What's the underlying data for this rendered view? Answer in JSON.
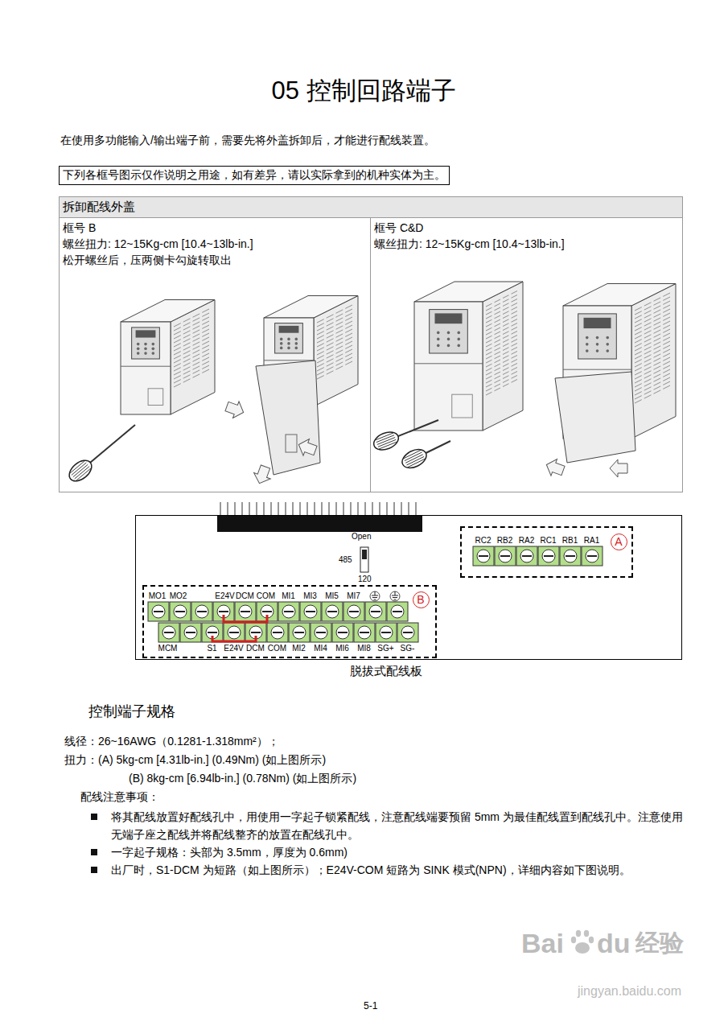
{
  "diagram": {
    "title": "05 控制回路端子",
    "nodes": [
      {
        "text": [
          "下列各框号图示仅作说明之用途，如有差异，请以实际拿到的机种实体为主。"
        ]
      },
      {
        "text": [
          "拆卸配线外盖"
        ]
      },
      {
        "text": [
          "框号 B",
          "螺丝扭力: 12~15Kg-cm [10.4~13lb-in.]",
          "松开螺丝后，压两侧卡勾旋转取出"
        ]
      },
      {
        "text": [
          "框号 C&D",
          "螺丝扭力: 12~15Kg-cm [10.4~13lb-in.]"
        ]
      },
      {
        "text": [
          "脱拔式配线板"
        ]
      },
      {
        "text": [
          "RC2",
          "RB2",
          "RA2",
          "RC1",
          "RB1",
          "RA1"
        ],
        "in": 4
      },
      {
        "text": [
          "A"
        ],
        "in": 5
      },
      {
        "text": [
          "MO1",
          "MO2",
          "E24V",
          "DCM",
          "COM",
          "MI1",
          "MI3",
          "MI5",
          "MI7",
          "MCM",
          "S1",
          "E24V",
          "DCM",
          "COM",
          "MI2",
          "MI4",
          "MI6",
          "MI8",
          "SG+",
          "SG-"
        ],
        "in": 4
      },
      {
        "text": [
          "B"
        ],
        "in": 7
      }
    ],
    "labels": [
      "在使用多功能输入/输出端子前，需要先将外盖拆卸后，才能进行配线装置。",
      "Open",
      "485",
      "120",
      "控制端子规格",
      "线径：26~16AWG（0.1281-1.318mm²）；",
      "扭力：(A) 5kg-cm [4.31lb-in.] (0.49Nm) (如上图所示)",
      "(B) 8kg-cm [6.94lb-in.] (0.78Nm) (如上图所示)",
      "配线注意事项：",
      "将其配线放置好配线孔中，用使用一字起子锁紧配线，注意配线端要预留 5mm 为最佳配线置到配线孔中。注意使用无端子座之配线并将配线整齐的放置在配线孔中。",
      "一字起子规格：头部为 3.5mm，厚度为 0.6mm)",
      "出厂时，S1-DCM 为短路（如上图所示）；E24V-COM 短路为 SINK 模式(NPN)，详细内容如下图说明。",
      "5-1",
      "Bai",
      "du",
      "经验",
      "jingyan.baidu.com"
    ]
  }
}
